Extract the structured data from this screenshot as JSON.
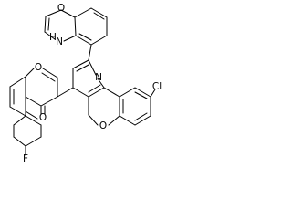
{
  "diagram": {
    "type": "chemical-structure",
    "atoms": [
      {
        "id": "h_nh",
        "label": "H"
      },
      {
        "id": "n_oxazine",
        "label": "N"
      },
      {
        "id": "o_oxazine",
        "label": "O"
      },
      {
        "id": "n_pyridine",
        "label": "N"
      },
      {
        "id": "cl",
        "label": "Cl"
      },
      {
        "id": "o_chromone_ring",
        "label": "O"
      },
      {
        "id": "o_chromone_carbonyl",
        "label": "O"
      },
      {
        "id": "f",
        "label": "F"
      },
      {
        "id": "o_chromene_ring",
        "label": "O"
      }
    ]
  }
}
